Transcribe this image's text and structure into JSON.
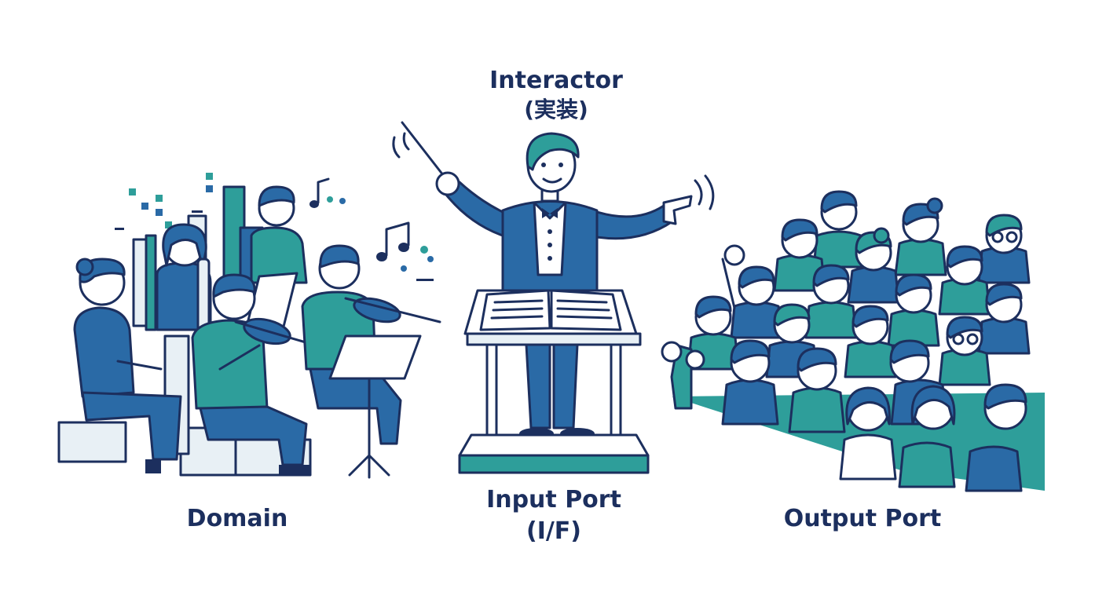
{
  "labels": {
    "interactor_title": "Interactor",
    "interactor_sub": "(実装)",
    "domain": "Domain",
    "input_port_title": "Input Port",
    "input_port_sub": "(I/F)",
    "output_port": "Output Port"
  },
  "colors": {
    "navy": "#1c2f5e",
    "blue": "#2a6aa6",
    "teal": "#2e9e9a",
    "light": "#e8f0f5",
    "skin": "#ffffff"
  },
  "icons": [
    "music-note-icon",
    "baton-icon",
    "motion-lines-icon"
  ]
}
